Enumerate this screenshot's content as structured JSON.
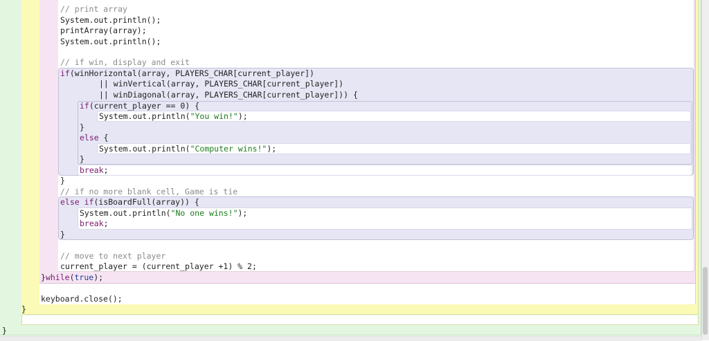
{
  "editor": {
    "lines": [
      {
        "id": "l1",
        "text": "// print array",
        "comment": true
      },
      {
        "id": "l2",
        "text": "System.out.println();"
      },
      {
        "id": "l3",
        "text": "printArray(array);"
      },
      {
        "id": "l4",
        "text": "System.out.println();"
      },
      {
        "id": "l5",
        "text": "// if win, display and exit",
        "comment": true
      },
      {
        "id": "l6",
        "kw": "if",
        "text": "(winHorizontal(array, PLAYERS_CHAR[current_player])"
      },
      {
        "id": "l7",
        "text": "|| winVertical(array, PLAYERS_CHAR[current_player])"
      },
      {
        "id": "l8",
        "text": "|| winDiagonal(array, PLAYERS_CHAR[current_player])) {"
      },
      {
        "id": "l9",
        "kw": "if",
        "text": "(current_player == 0) {"
      },
      {
        "id": "l10",
        "pre": "System.out.println(",
        "str": "\"You win!\"",
        "post": ");"
      },
      {
        "id": "l11",
        "text": "}"
      },
      {
        "id": "l12",
        "kw": "else",
        "text": " {"
      },
      {
        "id": "l13",
        "pre": "System.out.println(",
        "str": "\"Computer wins!\"",
        "post": ");"
      },
      {
        "id": "l14",
        "text": "}"
      },
      {
        "id": "l15",
        "kw": "break",
        "text": ";"
      },
      {
        "id": "l16",
        "text": "}"
      },
      {
        "id": "l17",
        "text": "// if no more blank cell, Game is tie",
        "comment": true
      },
      {
        "id": "l18",
        "kw": "else if",
        "text": "(isBoardFull(array)) {"
      },
      {
        "id": "l19",
        "pre": "System.out.println(",
        "str": "\"No one wins!\"",
        "post": ");"
      },
      {
        "id": "l20",
        "kw": "break",
        "text": ";"
      },
      {
        "id": "l21",
        "text": "}"
      },
      {
        "id": "l22",
        "text": "// move to next player",
        "comment": true
      },
      {
        "id": "l23",
        "text": "current_player = (current_player +1) % 2;"
      },
      {
        "id": "l24",
        "pre": "}",
        "kw": "while",
        "mid": "(",
        "lit": "true",
        "post": ");"
      },
      {
        "id": "l25",
        "text": "keyboard.close();"
      },
      {
        "id": "l26",
        "text": "}"
      },
      {
        "id": "l27",
        "text": "}"
      }
    ]
  }
}
